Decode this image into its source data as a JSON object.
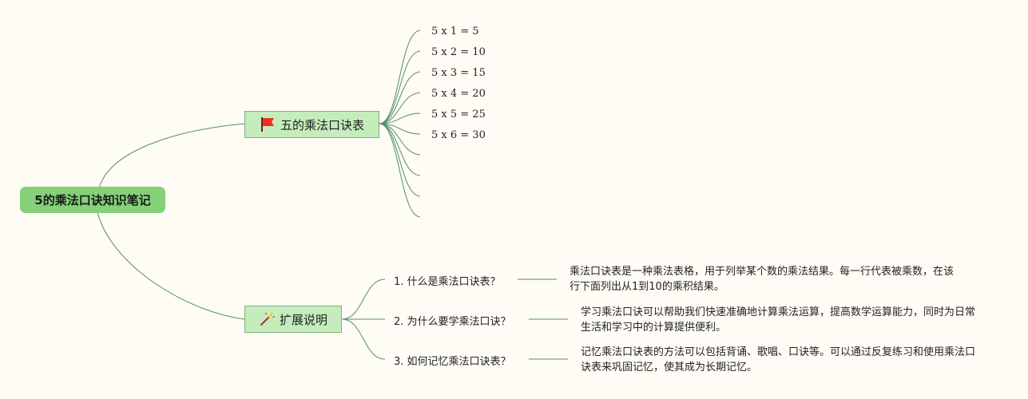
{
  "root": {
    "label": "5的乘法口诀知识笔记"
  },
  "topic_table": {
    "label": "五的乘法口诀表",
    "icon": "red-flag-icon",
    "icon_color": "#e8321e",
    "items": [
      {
        "label": "5 x 1 = 5"
      },
      {
        "label": "5 x 2 = 10"
      },
      {
        "label": "5 x 3 = 15"
      },
      {
        "label": "5 x 4 = 20"
      },
      {
        "label": "5 x 5 = 25"
      },
      {
        "label": "5 x 6 = 30"
      },
      {
        "label": ""
      },
      {
        "label": ""
      },
      {
        "label": ""
      },
      {
        "label": ""
      }
    ]
  },
  "topic_explain": {
    "label": "扩展说明",
    "icon": "magic-wand-icon",
    "questions": [
      {
        "question": "1. 什么是乘法口诀表？",
        "answer": "乘法口诀表是一种乘法表格，用于列举某个数的乘法结果。每一行代表被乘数，在该行下面列出从1到10的乘积结果。"
      },
      {
        "question": "2. 为什么要学乘法口诀？",
        "answer": "学习乘法口诀可以帮助我们快速准确地计算乘法运算，提高数学运算能力，同时为日常生活和学习中的计算提供便利。"
      },
      {
        "question": "3. 如何记忆乘法口诀表？",
        "answer": "记忆乘法口诀表的方法可以包括背诵、歌唱、口诀等。可以通过反复练习和使用乘法口诀表来巩固记忆，使其成为长期记忆。"
      }
    ]
  },
  "colors": {
    "connector": "#4f8f68",
    "root_fill": "#84d17a",
    "topic_fill": "#c4ecbc",
    "background": "#fffcf5"
  }
}
